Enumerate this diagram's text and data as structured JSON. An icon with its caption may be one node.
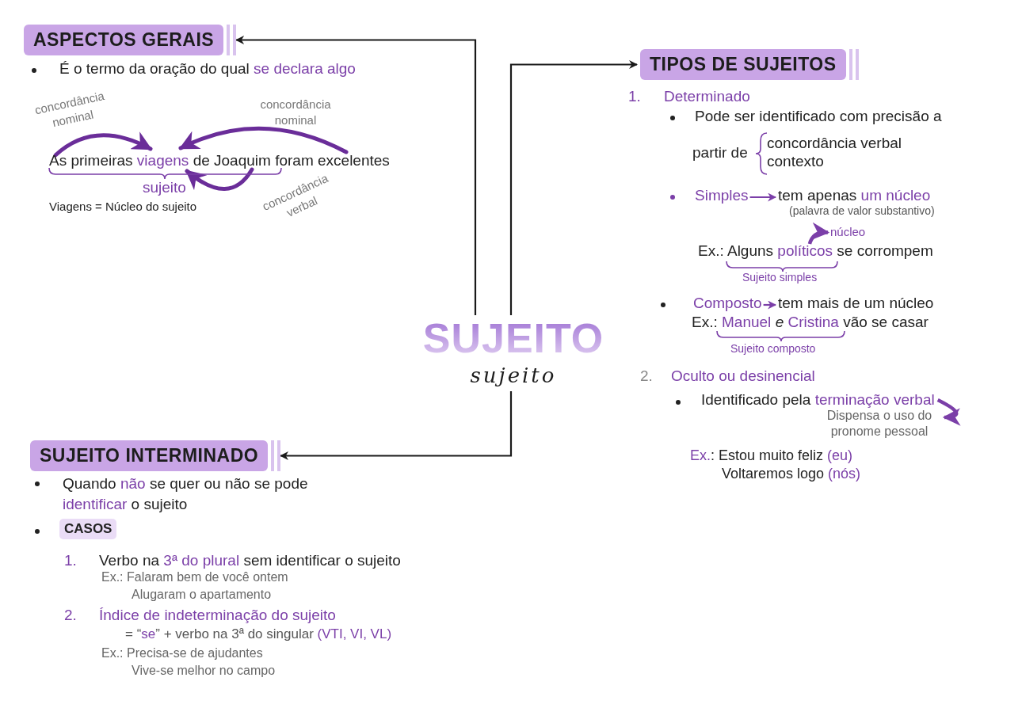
{
  "diagram": {
    "nodes": [
      {
        "text": [
          "SUJEITO",
          "sujeito"
        ]
      },
      {
        "text": [
          "ASPECTOS GERAIS"
        ]
      },
      {
        "text": [
          "TIPOS DE SUJEITOS"
        ]
      },
      {
        "text": [
          "SUJEITO INTERMINADO"
        ]
      },
      {
        "text": [
          "CASOS"
        ]
      },
      {
        "text": [
          "Simples"
        ]
      },
      {
        "text": [
          "tem apenas **um núcleo**"
        ]
      },
      {
        "text": [
          "Composto"
        ]
      },
      {
        "text": [
          "tem mais de um núcleo"
        ]
      },
      {
        "text": [
          "núcleo"
        ]
      },
      {
        "text": [
          "Dispensa o uso do pronome pessoal"
        ]
      },
      {
        "text": [
          "Ex.: Alguns **políticos** se corrompem"
        ]
      },
      {
        "text": [
          "Identificado pela **terminação verbal**"
        ]
      }
    ],
    "edges": [
      {
        "from": 0,
        "to": 1,
        "arrow": "to",
        "color": "#1a1a1a"
      },
      {
        "from": 0,
        "to": 2,
        "arrow": "to",
        "color": "#1a1a1a"
      },
      {
        "from": 0,
        "to": 3,
        "arrow": "to",
        "color": "#1a1a1a"
      },
      {
        "from": 5,
        "to": 6,
        "arrow": "to"
      },
      {
        "from": 7,
        "to": 8,
        "arrow": "to"
      },
      {
        "from": 11,
        "to": 9,
        "arrow": "to",
        "style": "thick"
      },
      {
        "from": 12,
        "to": 10,
        "arrow": "to",
        "style": "thick"
      }
    ],
    "labels": [
      "É o termo da oração do qual **se declara algo**",
      "concordância nominal",
      "concordância nominal",
      "As primeiras **viagens** de Joaquim foram excelentes",
      "sujeito",
      "concordância verbal",
      "Viagens = Núcleo do sujeito",
      "1.",
      "Determinado",
      "Pode ser identificado com precisão a",
      "partir de",
      "concordância verbal",
      "contexto",
      "(palavra de valor substantivo)",
      "Sujeito simples",
      "Ex.: **Manuel** *e* **Cristina** vão se casar",
      "Sujeito composto",
      "2.",
      "Oculto ou desinencial",
      "**Ex.**: Estou muito feliz **(eu)**",
      "Voltaremos logo **(nós)**",
      "Quando **não** se quer ou não se pode **identificar** o sujeito",
      "1.",
      "Verbo na **3ª do plural** sem identificar o sujeito",
      "Ex.: Falaram bem de você ontem",
      "Alugaram o apartamento",
      "2.",
      "Índice de indeterminação do sujeito",
      "= “**se**” + verbo na 3ª do singular **(VTI, VI, VL)**",
      "Ex.: Precisa-se de ajudantes",
      "Vive-se melhor no campo"
    ]
  }
}
